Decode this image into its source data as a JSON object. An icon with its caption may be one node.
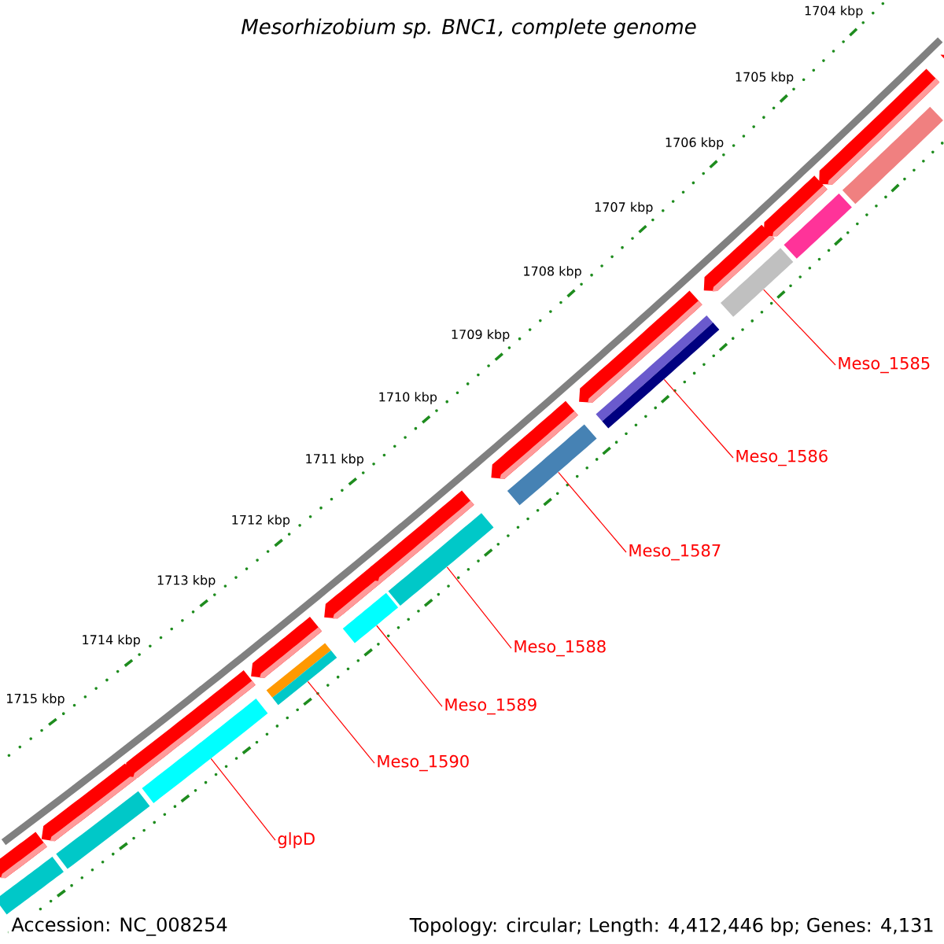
{
  "diagram": {
    "title": "Mesorhizobium sp. BNC1, complete genome",
    "nodes": [
      {
        "text": [
          "Meso_1585"
        ]
      },
      {
        "text": [
          "Meso_1586"
        ]
      },
      {
        "text": [
          "Meso_1587"
        ]
      },
      {
        "text": [
          "Meso_1588"
        ]
      },
      {
        "text": [
          "Meso_1589"
        ]
      },
      {
        "text": [
          "Meso_1590"
        ]
      },
      {
        "text": [
          "glpD"
        ]
      },
      {
        "text": [],
        "shape": "bar"
      },
      {
        "text": [],
        "shape": "bar"
      },
      {
        "text": [],
        "shape": "bar"
      },
      {
        "text": [],
        "shape": "bar"
      },
      {
        "text": [],
        "shape": "bar"
      },
      {
        "text": [],
        "shape": "bar"
      },
      {
        "text": [],
        "shape": "bar"
      },
      {
        "text": [],
        "shape": "pentagon"
      },
      {
        "text": [],
        "shape": "pentagon"
      },
      {
        "text": [],
        "shape": "pentagon"
      },
      {
        "text": [],
        "shape": "pentagon"
      },
      {
        "text": [],
        "shape": "pentagon"
      },
      {
        "text": [],
        "shape": "pentagon"
      },
      {
        "text": [],
        "shape": "pentagon"
      },
      {
        "text": [],
        "shape": "pentagon"
      },
      {
        "text": [],
        "shape": "pentagon"
      },
      {
        "text": [],
        "shape": "pentagon"
      },
      {
        "text": [],
        "shape": "pentagon"
      },
      {
        "text": [],
        "shape": "pentagon"
      },
      {
        "text": [],
        "shape": "bar"
      },
      {
        "text": [],
        "shape": "bar"
      },
      {
        "text": [],
        "shape": "bar"
      },
      {
        "text": [],
        "shape": "bar"
      }
    ],
    "edges": [
      {
        "from": 0,
        "to": 7,
        "arrow": "none"
      },
      {
        "from": 1,
        "to": 8,
        "arrow": "none"
      },
      {
        "from": 2,
        "to": 9,
        "arrow": "none"
      },
      {
        "from": 3,
        "to": 10,
        "arrow": "none"
      },
      {
        "from": 4,
        "to": 11,
        "arrow": "none"
      },
      {
        "from": 5,
        "to": 12,
        "arrow": "none"
      },
      {
        "from": 6,
        "to": 13,
        "arrow": "none"
      }
    ],
    "labels": [
      "1704 kbp",
      "1705 kbp",
      "1706 kbp",
      "1707 kbp",
      "1708 kbp",
      "1709 kbp",
      "1710 kbp",
      "1711 kbp",
      "1712 kbp",
      "1713 kbp",
      "1714 kbp",
      "1715 kbp",
      "Accession: NC_008254",
      "Topology: circular; Length: 4,412,446 bp; Genes: 4,131"
    ]
  }
}
